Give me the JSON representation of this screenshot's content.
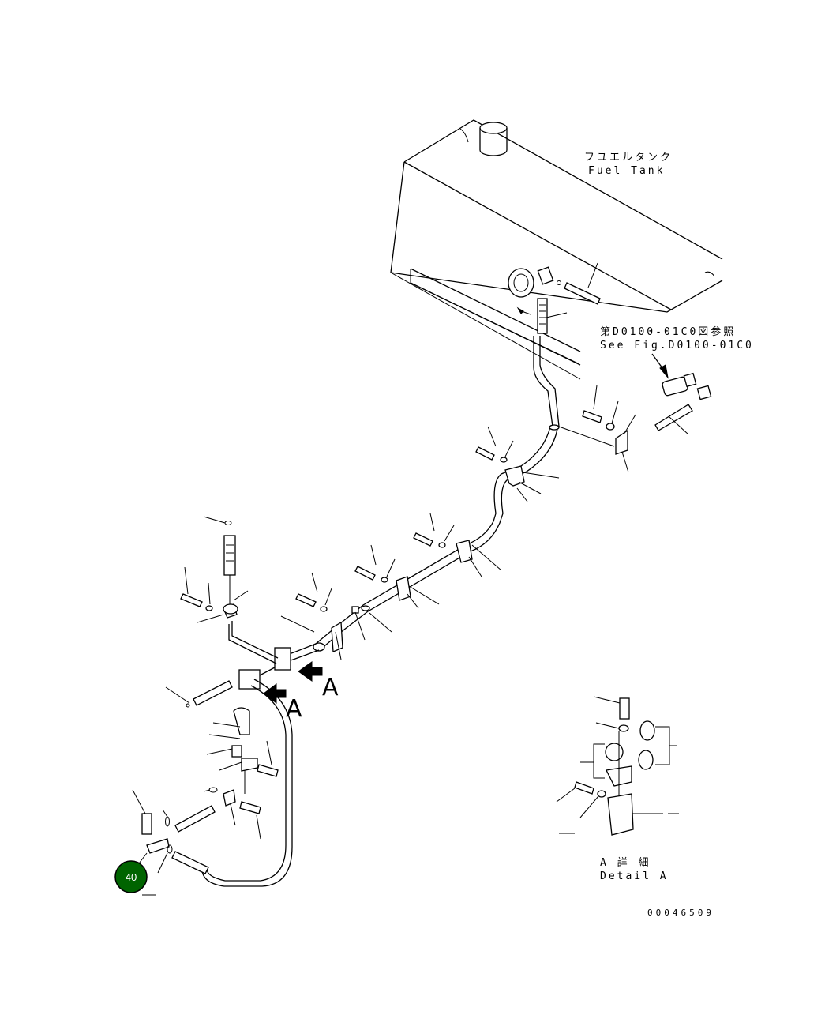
{
  "labels": {
    "fuel_tank_jp": "フユエルタンク",
    "fuel_tank_en": "Fuel Tank",
    "see_fig_jp": "第D0100-01C0図参照",
    "see_fig_en": "See Fig.D0100-01C0",
    "view_a_1": "A",
    "view_a_2": "A",
    "detail_a_jp": "A 詳 細",
    "detail_a_en": "Detail A",
    "drawing_number": "00046509"
  },
  "callout": {
    "number": "40",
    "color": "#006400"
  }
}
